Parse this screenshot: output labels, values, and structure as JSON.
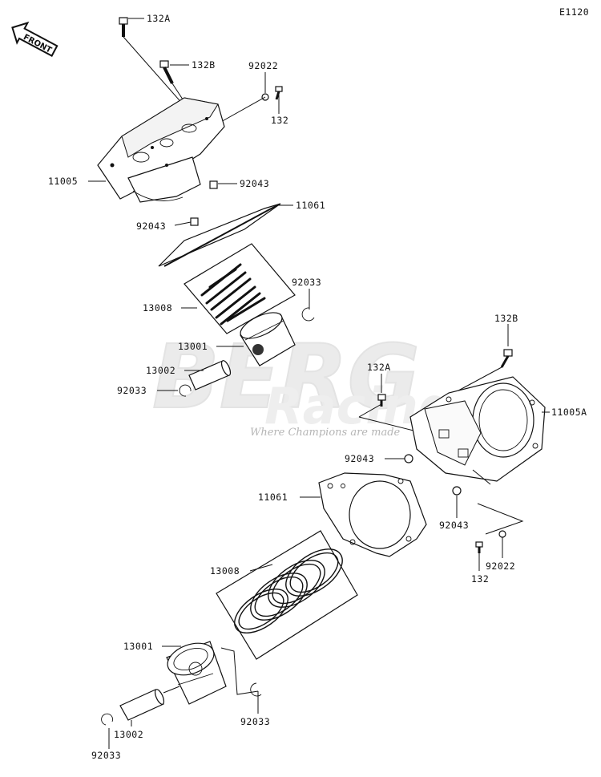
{
  "diagram_code": "E1120",
  "front_arrow_label": "FRONT",
  "watermark": {
    "brand": "BERG",
    "sub": "Racing",
    "tagline": "Where Champions are made"
  },
  "callouts": [
    {
      "id": "c-132A-top",
      "text": "132A"
    },
    {
      "id": "c-132B-top",
      "text": "132B"
    },
    {
      "id": "c-92022-top",
      "text": "92022"
    },
    {
      "id": "c-132-top",
      "text": "132"
    },
    {
      "id": "c-11005",
      "text": "11005"
    },
    {
      "id": "c-92043-a",
      "text": "92043"
    },
    {
      "id": "c-11061-top",
      "text": "11061"
    },
    {
      "id": "c-92043-b",
      "text": "92043"
    },
    {
      "id": "c-92033-top",
      "text": "92033"
    },
    {
      "id": "c-13008-top",
      "text": "13008"
    },
    {
      "id": "c-13001-top",
      "text": "13001"
    },
    {
      "id": "c-13002-top",
      "text": "13002"
    },
    {
      "id": "c-92033-mid",
      "text": "92033"
    },
    {
      "id": "c-132B-right",
      "text": "132B"
    },
    {
      "id": "c-132A-right",
      "text": "132A"
    },
    {
      "id": "c-11005A",
      "text": "11005A"
    },
    {
      "id": "c-92043-c",
      "text": "92043"
    },
    {
      "id": "c-11061-bot",
      "text": "11061"
    },
    {
      "id": "c-92043-d",
      "text": "92043"
    },
    {
      "id": "c-92022-bot",
      "text": "92022"
    },
    {
      "id": "c-132-bot",
      "text": "132"
    },
    {
      "id": "c-13008-bot",
      "text": "13008"
    },
    {
      "id": "c-13001-bot",
      "text": "13001"
    },
    {
      "id": "c-92033-bot-r",
      "text": "92033"
    },
    {
      "id": "c-13002-bot",
      "text": "13002"
    },
    {
      "id": "c-92033-bot-l",
      "text": "92033"
    }
  ]
}
